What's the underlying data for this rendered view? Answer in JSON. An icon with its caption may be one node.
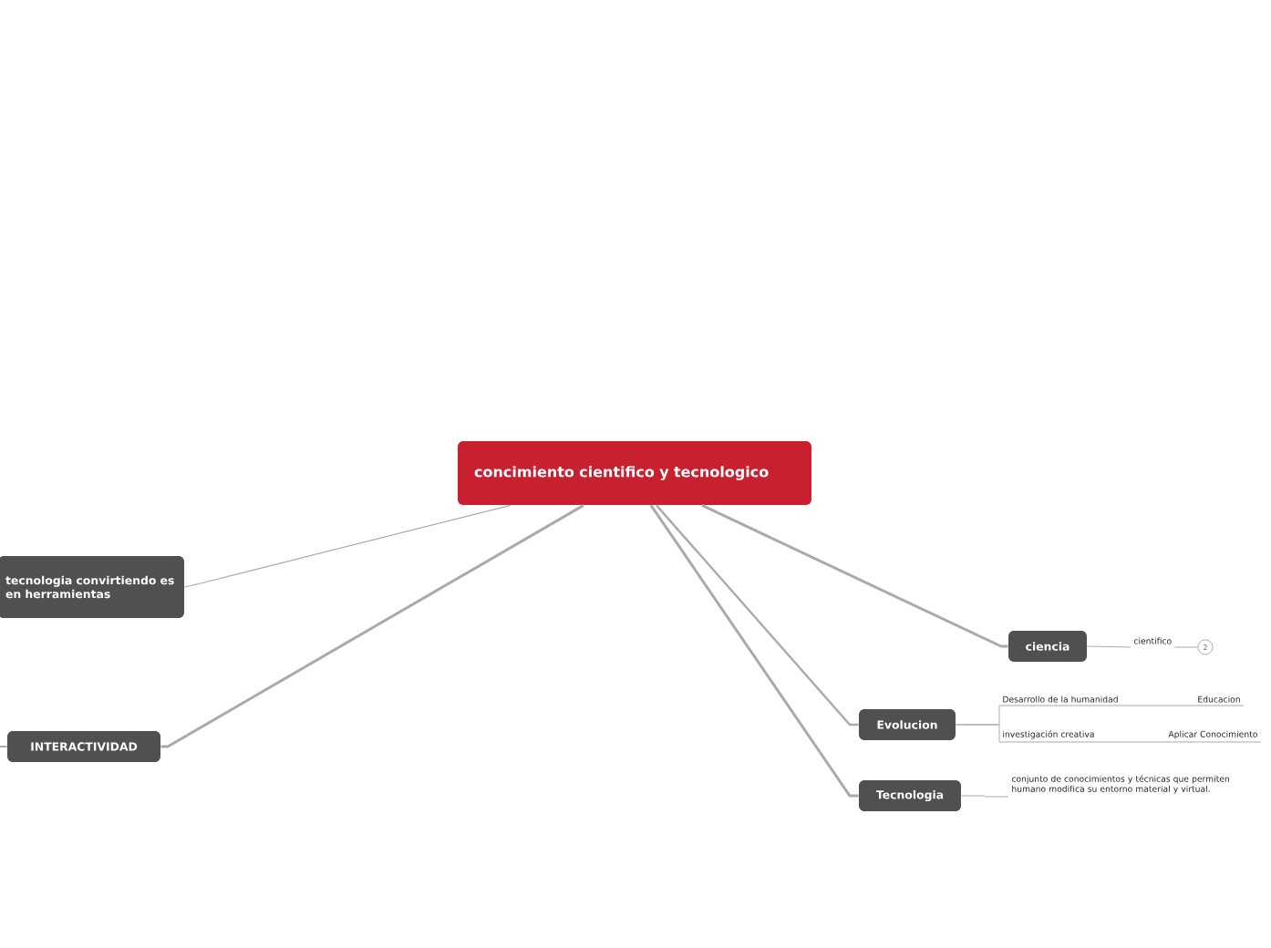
{
  "diagram": {
    "nodes": [
      {
        "text": [
          "concimiento cientifico y tecnologico"
        ]
      },
      {
        "text": [
          "tecnologia convirtiendo es en herramientas"
        ]
      },
      {
        "text": [
          "INTERACTIVIDAD"
        ]
      },
      {
        "text": [
          "ciencia"
        ]
      },
      {
        "text": [
          "cientifico"
        ]
      },
      {
        "text": [
          "2"
        ]
      },
      {
        "text": [
          "Evolucion"
        ]
      },
      {
        "text": [
          "Desarrollo de la humanidad"
        ]
      },
      {
        "text": [
          "Educacion"
        ]
      },
      {
        "text": [
          "investigación creativa"
        ]
      },
      {
        "text": [
          "Aplicar Conocimiento"
        ]
      },
      {
        "text": [
          "Tecnologia"
        ]
      },
      {
        "text": [
          "conjunto de conocimientos y técnicas que permiten humano modifica su entorno material y virtual."
        ]
      }
    ],
    "edges": [
      {
        "from": 0,
        "to": 1,
        "arrow": "none"
      },
      {
        "from": 0,
        "to": 2,
        "arrow": "none"
      },
      {
        "from": 0,
        "to": 3,
        "arrow": "none"
      },
      {
        "from": 0,
        "to": 6,
        "arrow": "none"
      },
      {
        "from": 0,
        "to": 11,
        "arrow": "none"
      },
      {
        "from": 2,
        "to": null,
        "arrow": "none"
      },
      {
        "from": 3,
        "to": 4,
        "arrow": "none"
      },
      {
        "from": 4,
        "to": 5,
        "arrow": "none"
      },
      {
        "from": 6,
        "to": 7,
        "arrow": "none"
      },
      {
        "from": 7,
        "to": 8,
        "arrow": "none"
      },
      {
        "from": 6,
        "to": 9,
        "arrow": "none"
      },
      {
        "from": 9,
        "to": 10,
        "arrow": "none"
      },
      {
        "from": 11,
        "to": 12,
        "arrow": "none"
      }
    ]
  }
}
